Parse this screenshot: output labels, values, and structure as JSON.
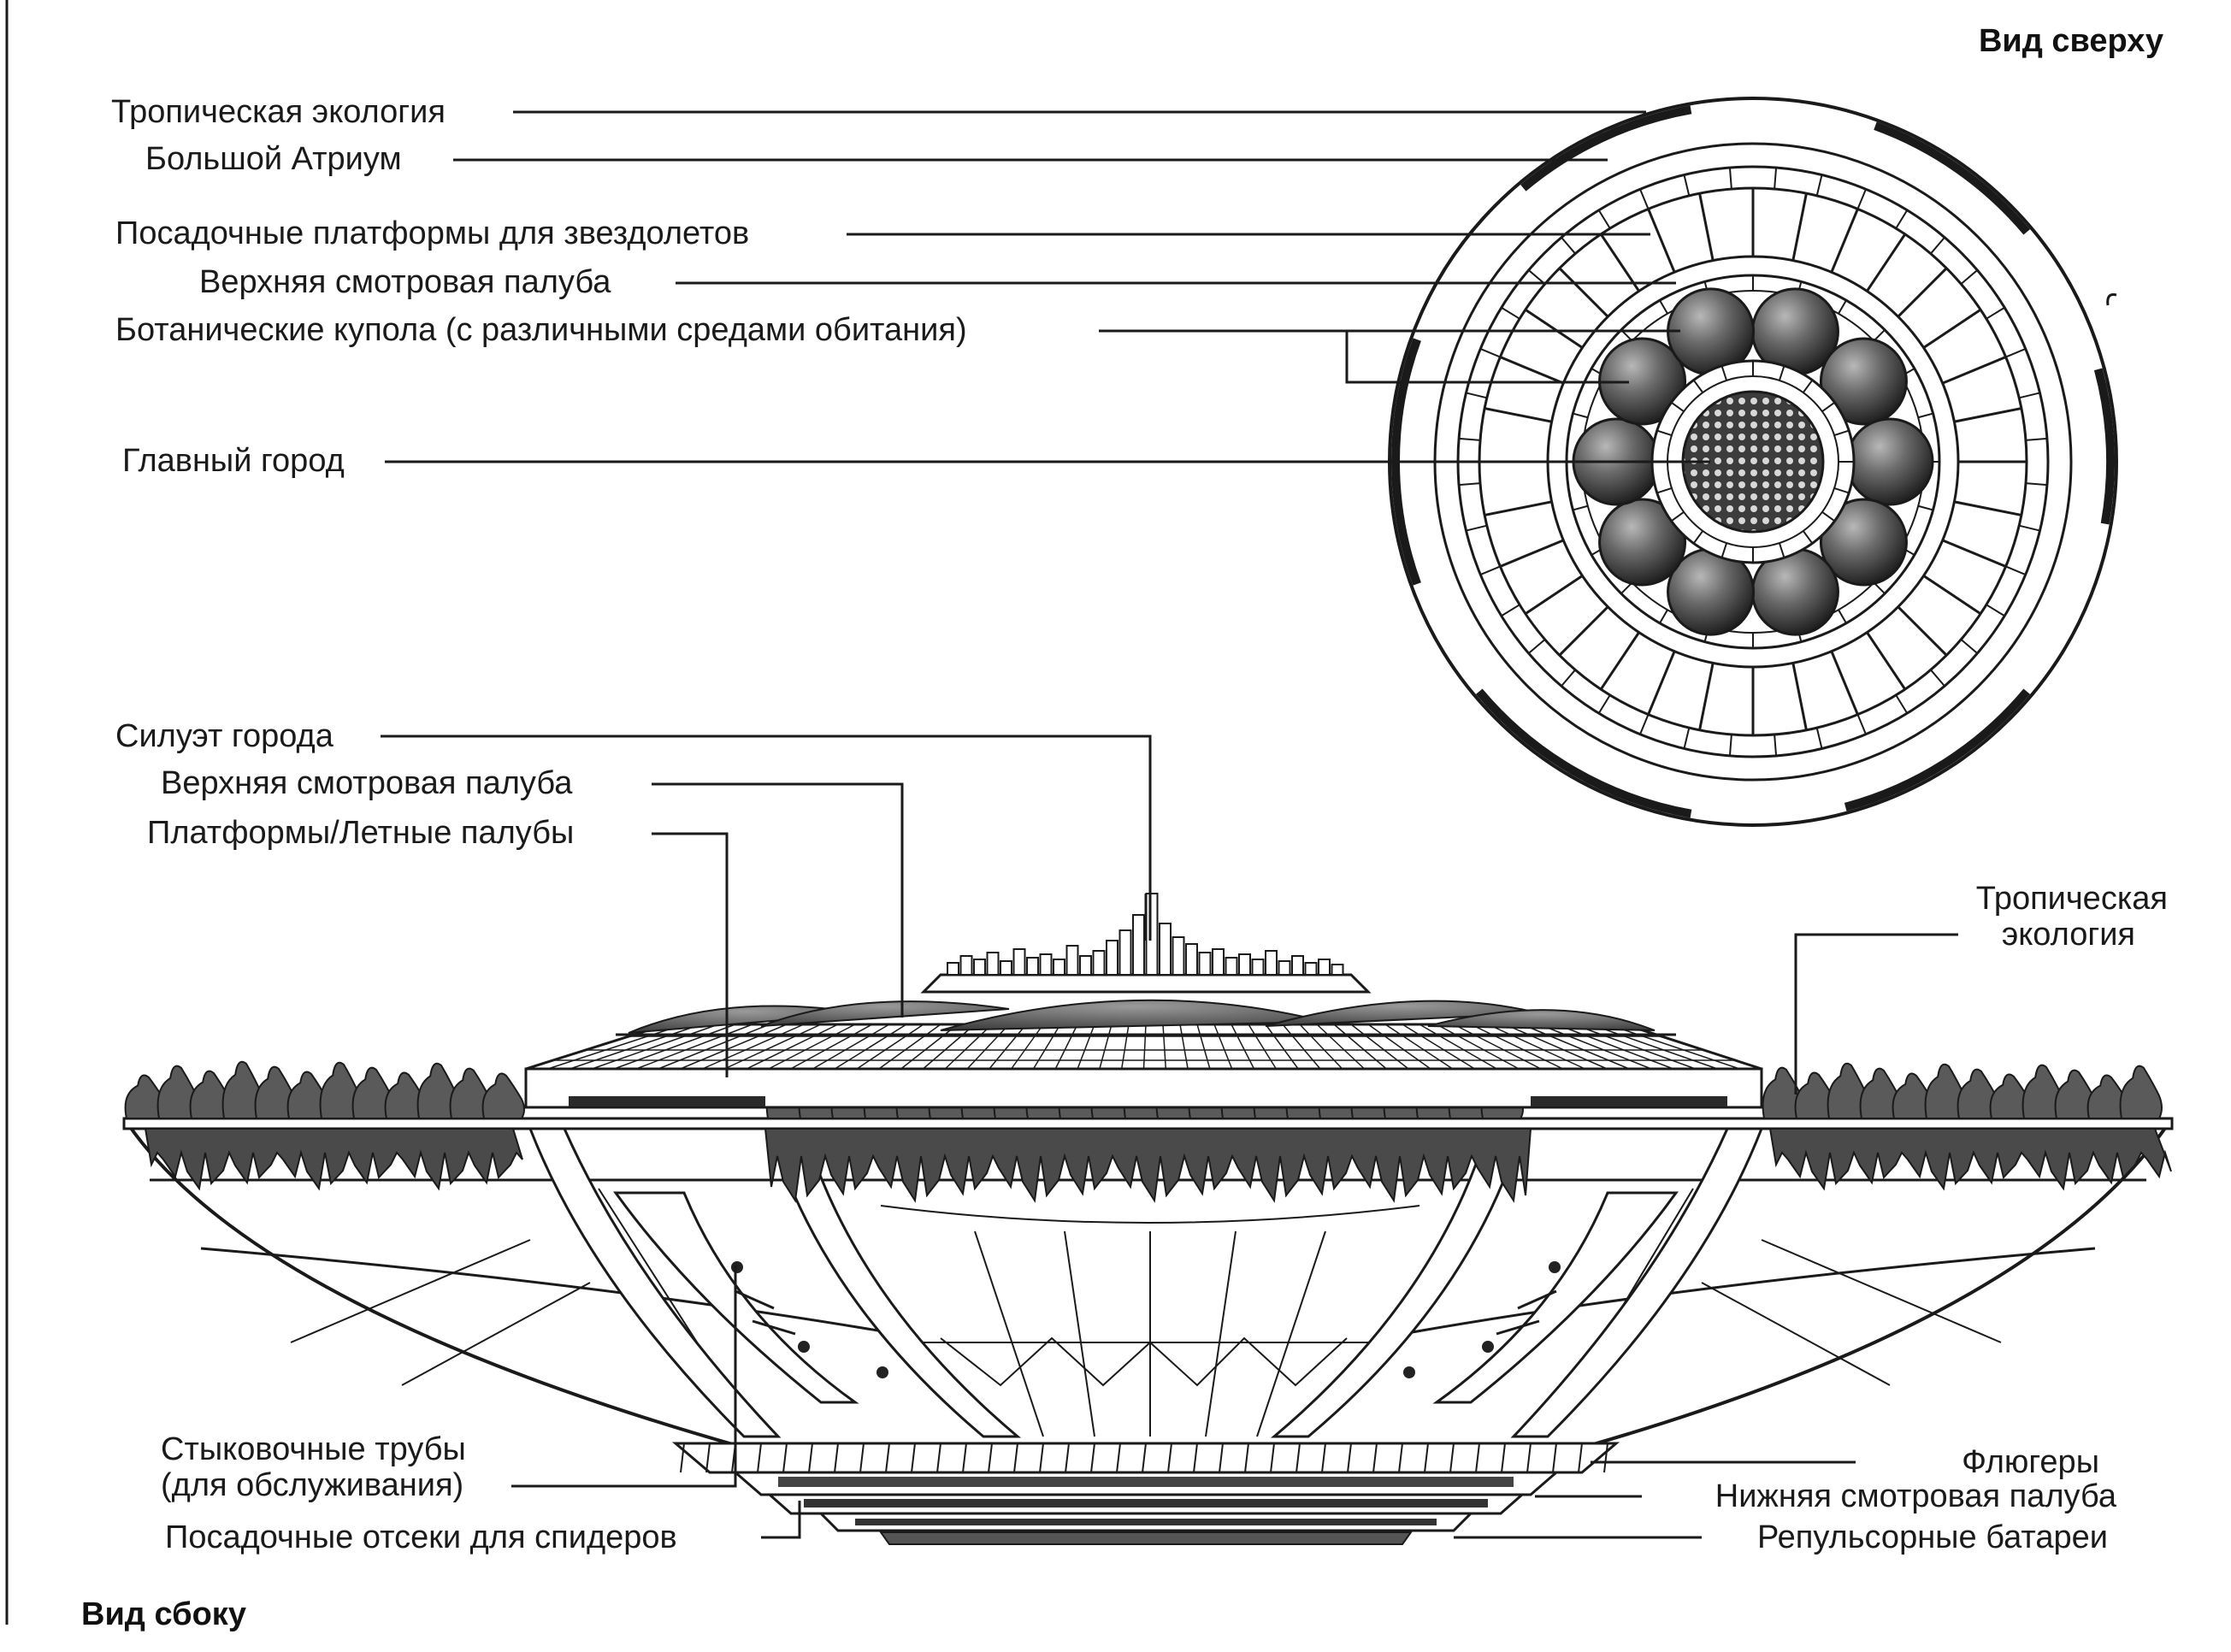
{
  "top_view": {
    "title": "Вид сверху",
    "labels": {
      "tropical": "Тропическая экология",
      "atrium": "Большой Атриум",
      "landing": "Посадочные платформы для звездолетов",
      "upper_deck": "Верхняя смотровая палуба",
      "domes": "Ботанические купола (с различными средами обитания)",
      "main_city": "Главный город"
    }
  },
  "side_view": {
    "title": "Вид сбоку",
    "labels": {
      "skyline": "Силуэт города",
      "upper_deck": "Верхняя смотровая палуба",
      "platforms": "Платформы/Летные палубы",
      "tropical_1": "Тропическая",
      "tropical_2": "экология",
      "docking_1": "Стыковочные трубы",
      "docking_2": "(для обслуживания)",
      "spider_bays": "Посадочные отсеки для спидеров",
      "vanes": "Флюгеры",
      "lower_deck": "Нижняя смотровая палуба",
      "repulsor": "Репульсорные батареи"
    }
  }
}
